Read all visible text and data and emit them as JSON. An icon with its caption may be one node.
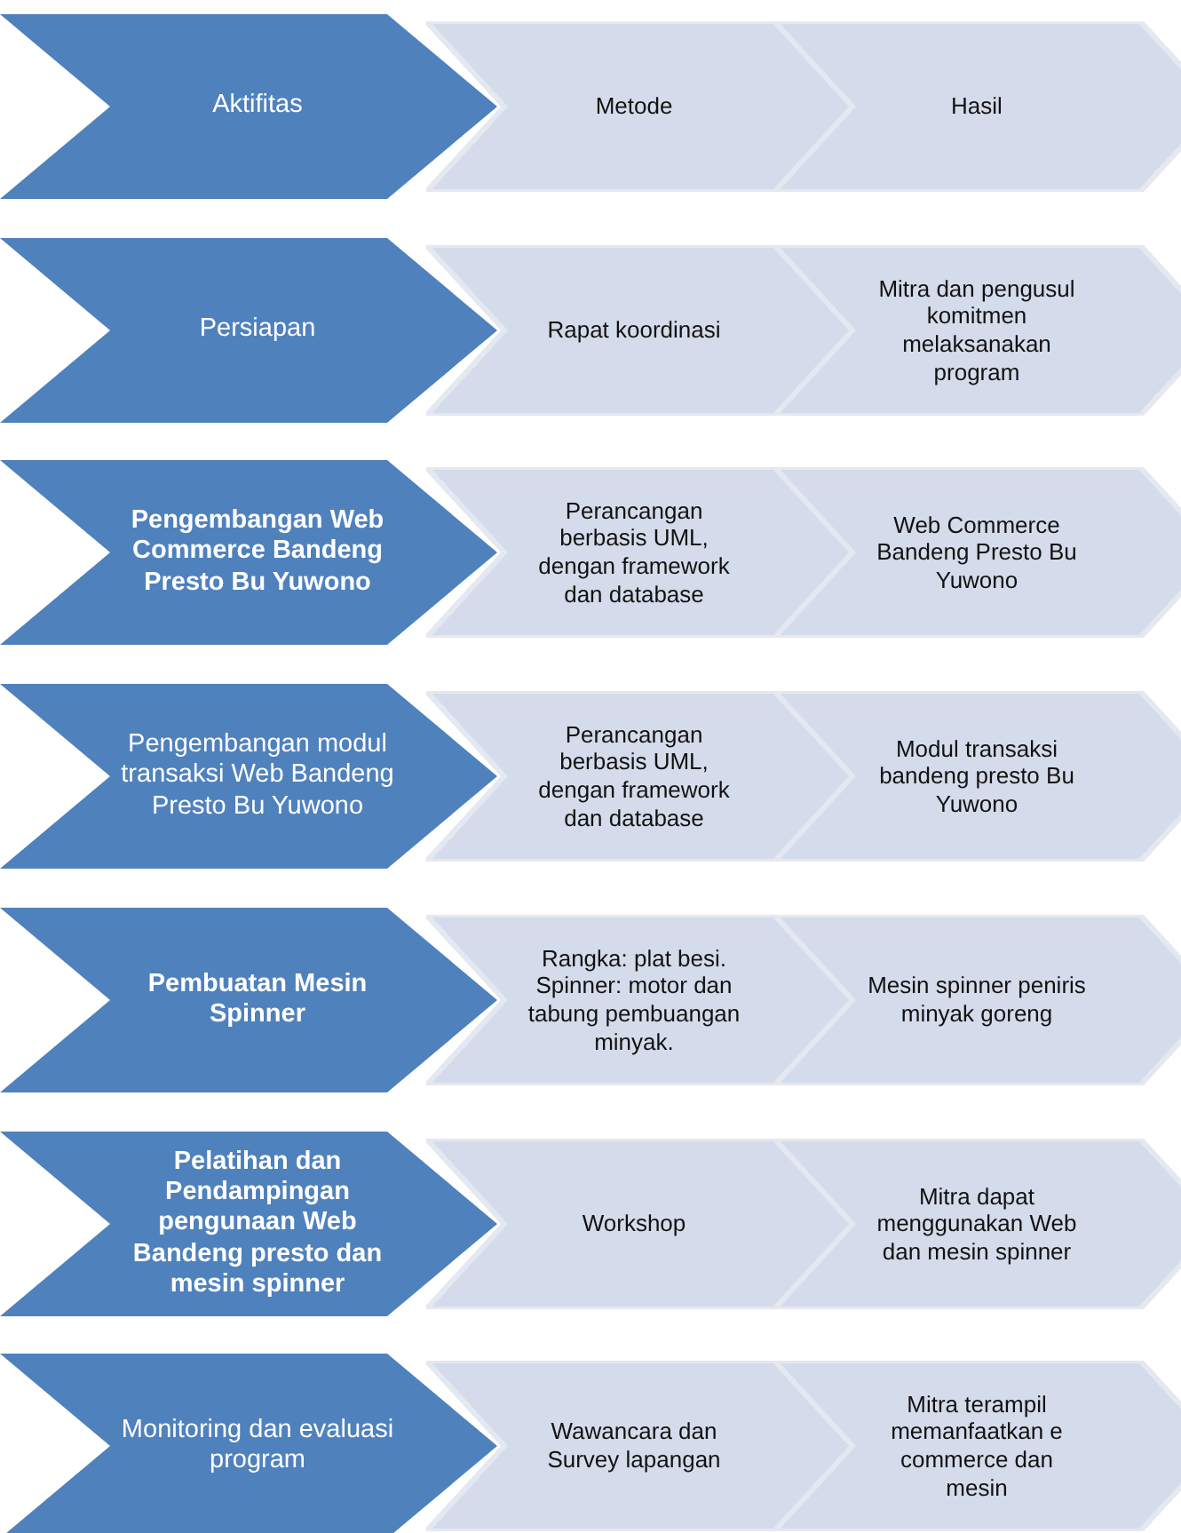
{
  "diagram": {
    "nodes": [
      {
        "text": [
          "Aktifitas"
        ]
      },
      {
        "text": [
          "Metode"
        ]
      },
      {
        "text": [
          "Hasil"
        ]
      },
      {
        "text": [
          "Persiapan"
        ]
      },
      {
        "text": [
          "Rapat koordinasi"
        ]
      },
      {
        "text": [
          "Mitra dan pengusul komitmen melaksanakan program"
        ]
      },
      {
        "text": [
          "Pengembangan Web Commerce Bandeng Presto Bu Yuwono"
        ]
      },
      {
        "text": [
          "Perancangan berbasis UML, dengan framework dan database"
        ]
      },
      {
        "text": [
          "Web Commerce Bandeng Presto Bu Yuwono"
        ]
      },
      {
        "text": [
          "Pengembangan modul transaksi Web Bandeng Presto Bu Yuwono"
        ]
      },
      {
        "text": [
          "Perancangan berbasis UML, dengan framework dan database"
        ]
      },
      {
        "text": [
          "Modul transaksi bandeng presto Bu Yuwono"
        ]
      },
      {
        "text": [
          "Pembuatan Mesin Spinner"
        ]
      },
      {
        "text": [
          "Rangka: plat besi. Spinner: motor dan tabung pembuangan minyak."
        ]
      },
      {
        "text": [
          "Mesin spinner peniris minyak goreng"
        ]
      },
      {
        "text": [
          "Pelatihan dan Pendampingan pengunaan Web Bandeng presto dan mesin spinner"
        ]
      },
      {
        "text": [
          "Workshop"
        ]
      },
      {
        "text": [
          "Mitra dapat menggunakan Web dan mesin spinner"
        ]
      },
      {
        "text": [
          "Monitoring dan evaluasi program"
        ]
      },
      {
        "text": [
          "Wawancara dan Survey lapangan"
        ]
      },
      {
        "text": [
          "Mitra terampil memanfaatkan e commerce dan mesin"
        ]
      }
    ]
  }
}
